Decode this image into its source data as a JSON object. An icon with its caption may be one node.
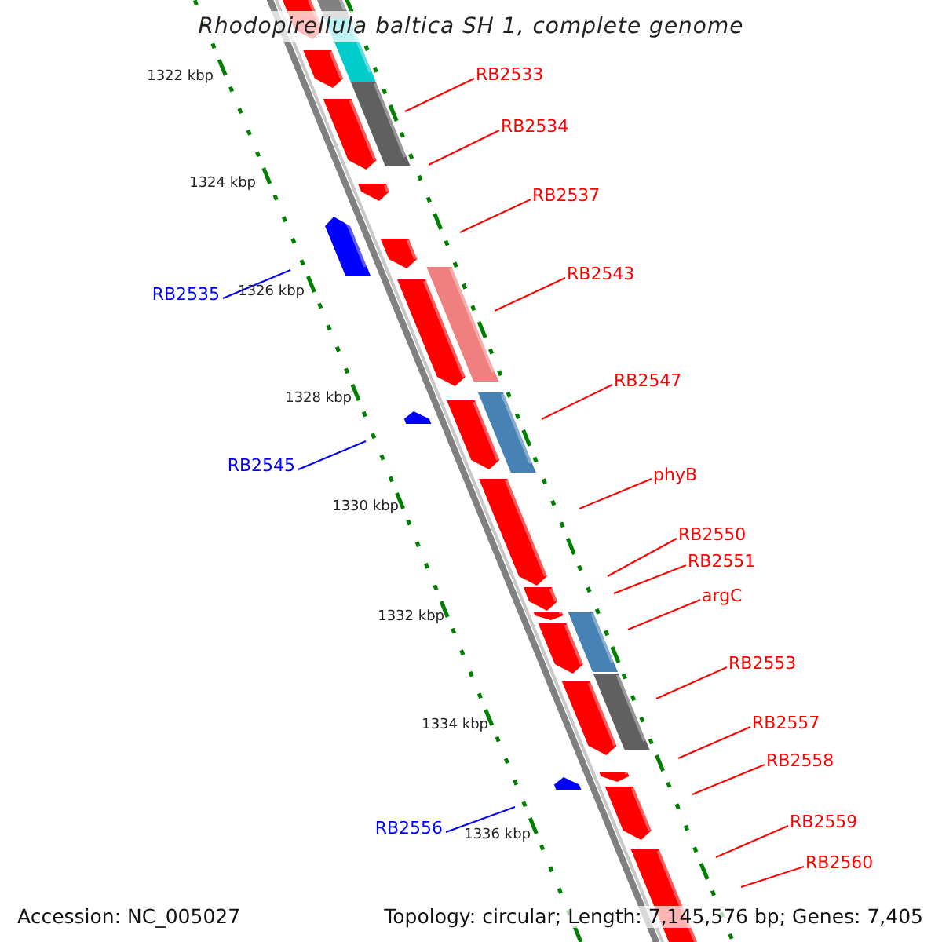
{
  "diagram": {
    "title": "Rhodopirellula baltica SH 1, complete genome",
    "nodes": [
      {
        "text": [
          "RB2533"
        ]
      },
      {
        "text": [
          "RB2534"
        ]
      },
      {
        "text": [
          "RB2537"
        ]
      },
      {
        "text": [
          "RB2535"
        ]
      },
      {
        "text": [
          "RB2543"
        ]
      },
      {
        "text": [
          "RB2547"
        ]
      },
      {
        "text": [
          "RB2545"
        ]
      },
      {
        "text": [
          "phyB"
        ]
      },
      {
        "text": [
          "RB2550"
        ]
      },
      {
        "text": [
          "RB2551"
        ]
      },
      {
        "text": [
          "argC"
        ]
      },
      {
        "text": [
          "RB2553"
        ]
      },
      {
        "text": [
          "RB2557"
        ]
      },
      {
        "text": [
          "RB2558"
        ]
      },
      {
        "text": [
          "RB2556"
        ]
      },
      {
        "text": [
          "RB2559"
        ]
      },
      {
        "text": [
          "RB2560"
        ]
      }
    ],
    "edges": [
      {
        "from": 0,
        "to": null,
        "arrow": "none"
      },
      {
        "from": 1,
        "to": null,
        "arrow": "none"
      },
      {
        "from": 2,
        "to": null,
        "arrow": "none"
      },
      {
        "from": 3,
        "to": null,
        "arrow": "none",
        "color": "#0000ff"
      },
      {
        "from": 4,
        "to": null,
        "arrow": "none"
      },
      {
        "from": 5,
        "to": null,
        "arrow": "none"
      },
      {
        "from": 6,
        "to": null,
        "arrow": "none",
        "color": "#0000ff"
      },
      {
        "from": 7,
        "to": null,
        "arrow": "none"
      },
      {
        "from": 8,
        "to": null,
        "arrow": "none"
      },
      {
        "from": 9,
        "to": null,
        "arrow": "none"
      },
      {
        "from": 10,
        "to": null,
        "arrow": "none"
      },
      {
        "from": 11,
        "to": null,
        "arrow": "none"
      },
      {
        "from": 12,
        "to": null,
        "arrow": "none"
      },
      {
        "from": 13,
        "to": null,
        "arrow": "none"
      },
      {
        "from": 14,
        "to": null,
        "arrow": "none",
        "color": "#0000ff"
      },
      {
        "from": 15,
        "to": null,
        "arrow": "none"
      },
      {
        "from": 16,
        "to": null,
        "arrow": "none"
      }
    ],
    "labels": [
      "1322 kbp",
      "1324 kbp",
      "1326 kbp",
      "1328 kbp",
      "1330 kbp",
      "1332 kbp",
      "1334 kbp",
      "1336 kbp",
      "Accession: NC_005027",
      "Topology: circular; Length: 7,145,576 bp; Genes: 7,405"
    ]
  }
}
